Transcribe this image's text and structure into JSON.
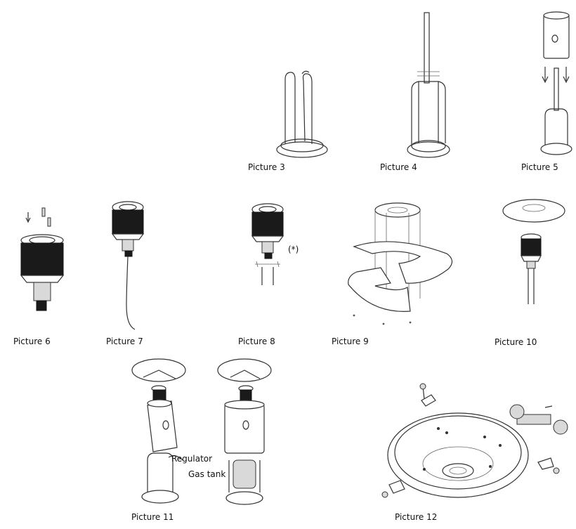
{
  "pictures": [
    {
      "id": "p3",
      "caption": "Picture 3"
    },
    {
      "id": "p4",
      "caption": "Picture 4"
    },
    {
      "id": "p5",
      "caption": "Picture 5"
    },
    {
      "id": "p6",
      "caption": "Picture 6"
    },
    {
      "id": "p7",
      "caption": "Picture 7"
    },
    {
      "id": "p8",
      "caption": "Picture 8"
    },
    {
      "id": "p9",
      "caption": "Picture 9"
    },
    {
      "id": "p10",
      "caption": "Picture 10"
    },
    {
      "id": "p11",
      "caption": "Picture 11"
    },
    {
      "id": "p12",
      "caption": "Picture 12"
    }
  ],
  "annotations": {
    "p8_mark": "(*)",
    "regulator": "Regulator",
    "gas_tank": "Gas tank"
  }
}
